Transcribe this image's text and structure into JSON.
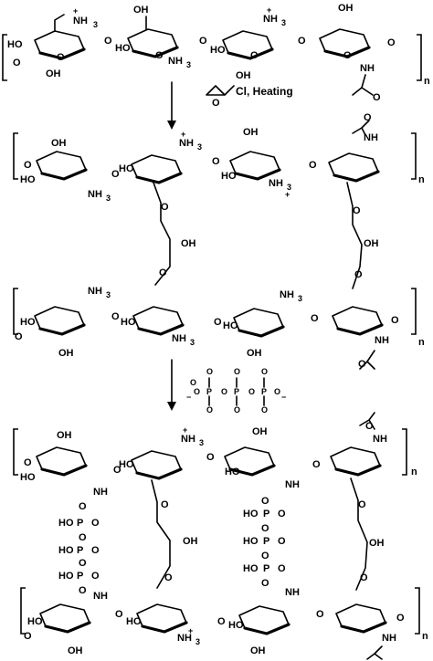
{
  "labels": {
    "ho": "HO",
    "oh": "OH",
    "o": "O",
    "nh3": "NH",
    "nh3_sub": "3",
    "nh": "NH",
    "plus": "+",
    "minus": "−",
    "n": "n",
    "p": "P",
    "cl": "Cl",
    "reagent_conditions": "Cl, Heating",
    "hopo": "HO",
    "tpp_fragment": "O P O"
  },
  "reagents": {
    "step1": "Cl, Heating",
    "step2_anion": "O⁻ P O P O P O⁻"
  }
}
